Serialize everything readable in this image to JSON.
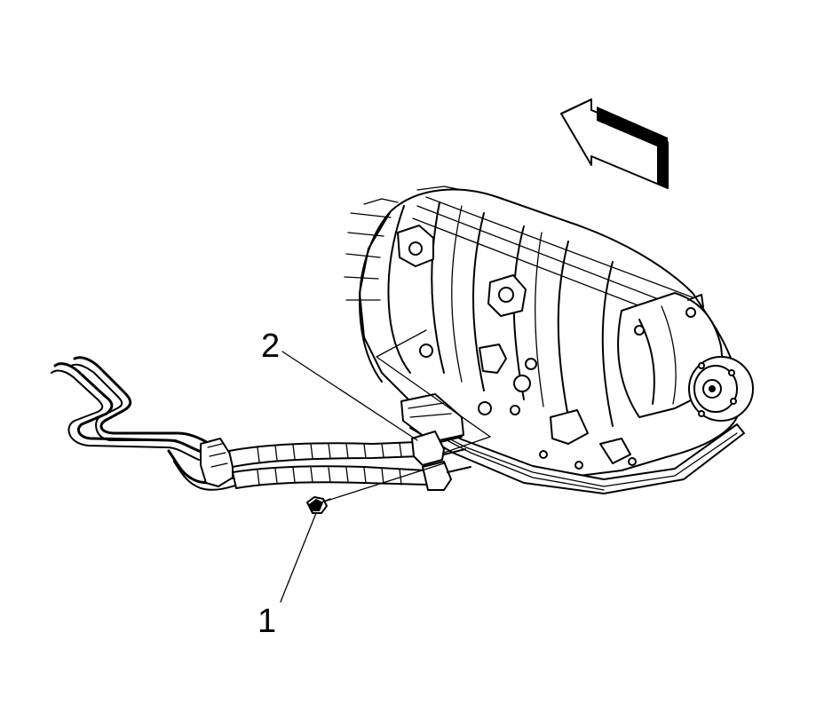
{
  "callouts": [
    {
      "id": "1",
      "label": "1"
    },
    {
      "id": "2",
      "label": "2"
    }
  ],
  "colors": {
    "line": "#000000",
    "background": "#ffffff"
  },
  "icons": {
    "direction_arrow": "direction-arrow-icon"
  }
}
